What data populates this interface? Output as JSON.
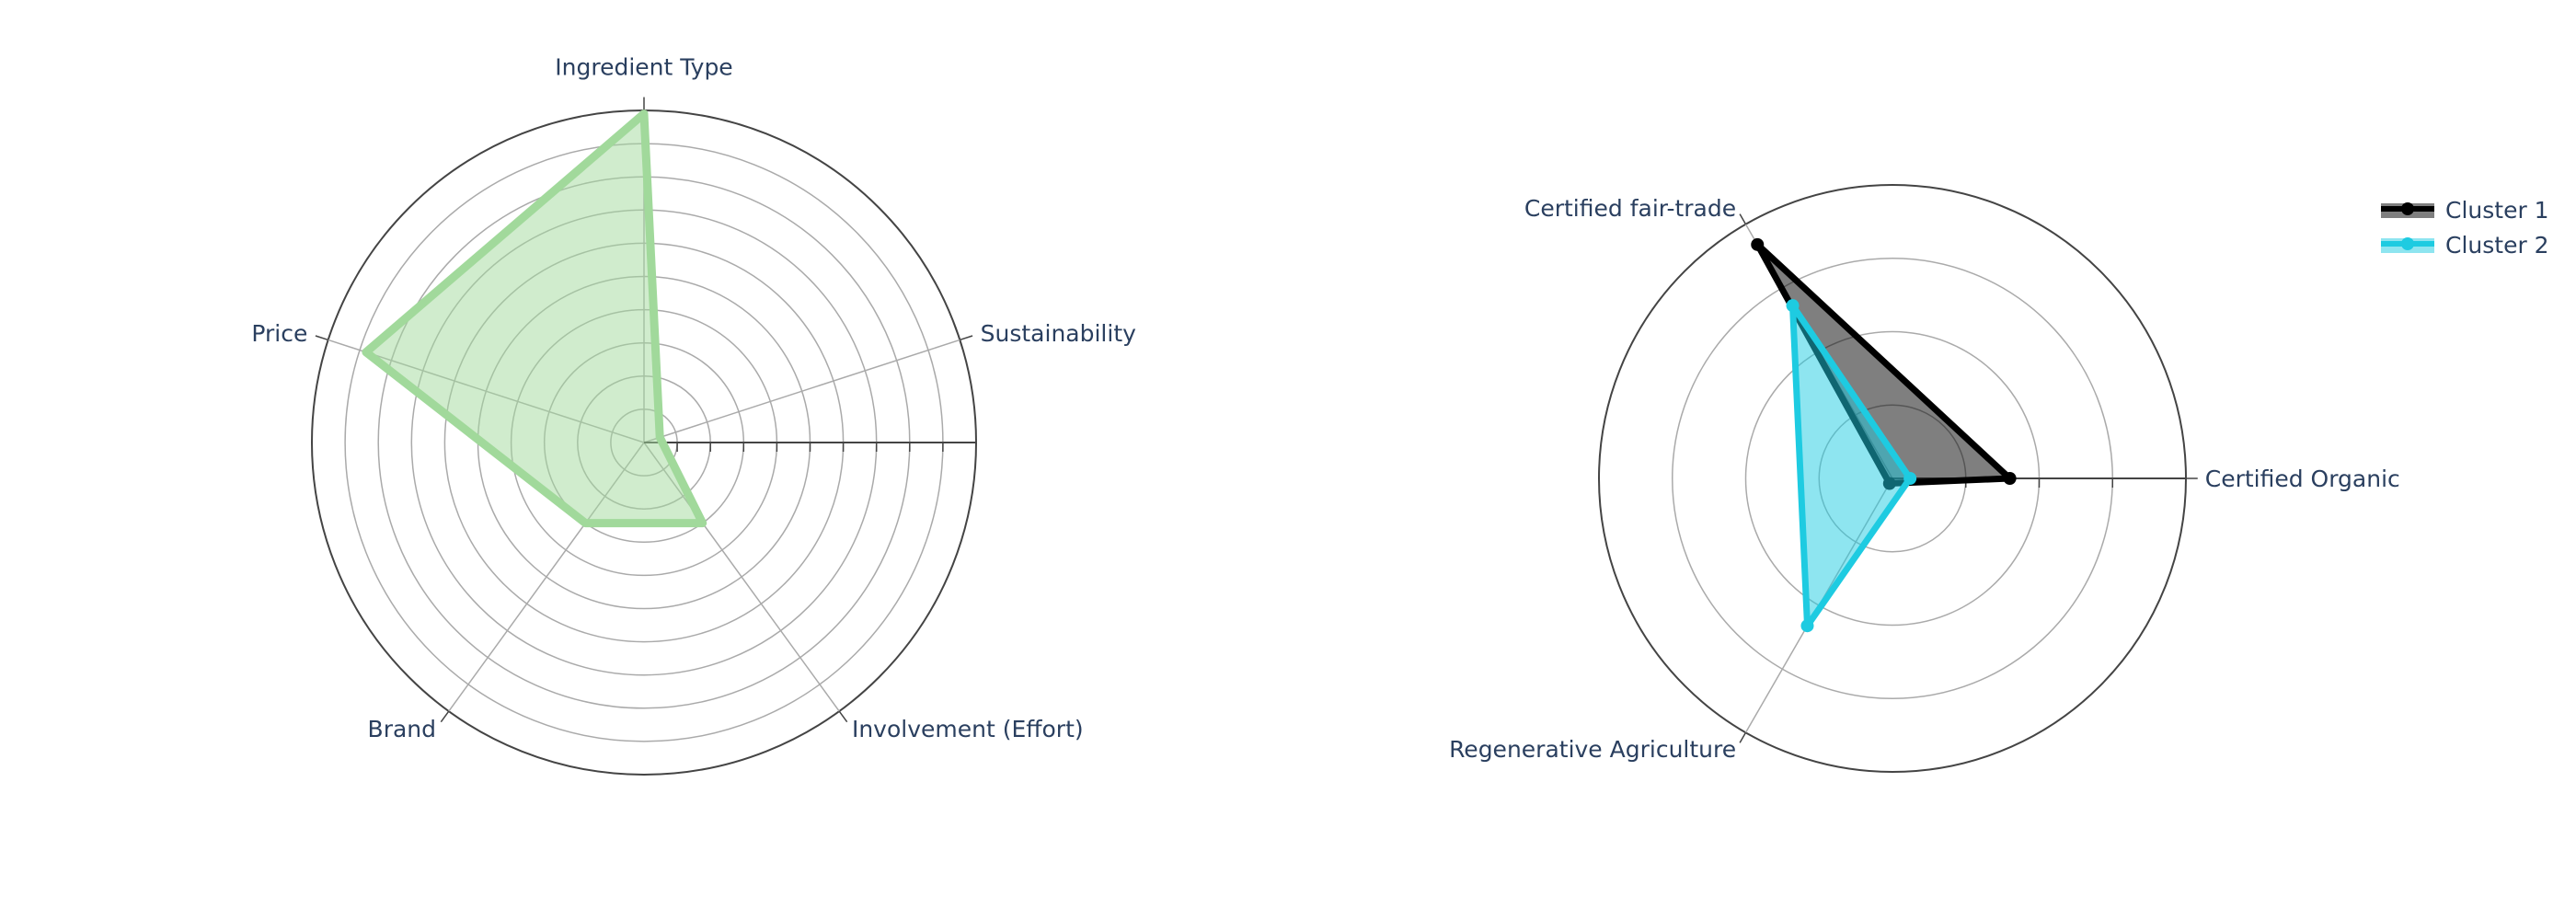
{
  "chart_data": [
    {
      "type": "radar",
      "axes": [
        "Ingredient Type",
        "Sustainability",
        "Involvement (Effort)",
        "Brand",
        "Price"
      ],
      "range": [
        0,
        1
      ],
      "grid": true,
      "series": [
        {
          "name": "",
          "values": [
            0.99,
            0.05,
            0.3,
            0.3,
            0.88
          ],
          "color": "#a1d99b"
        }
      ]
    },
    {
      "type": "radar",
      "axes": [
        "Certified Organic",
        "Regenerative Agriculture",
        "Certified fair-trade"
      ],
      "range": [
        0,
        1
      ],
      "grid": true,
      "legend_position": "top-right",
      "series": [
        {
          "name": "Cluster 1",
          "values": [
            0.4,
            0.02,
            0.92
          ],
          "color": "#000000"
        },
        {
          "name": "Cluster 2",
          "values": [
            0.06,
            0.58,
            0.68
          ],
          "color": "#1ecbe1"
        }
      ]
    }
  ]
}
